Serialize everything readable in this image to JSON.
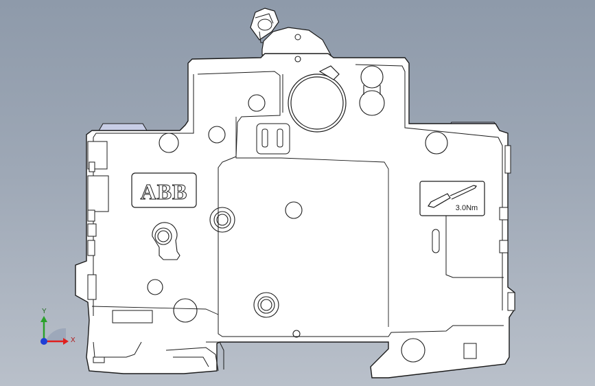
{
  "model": {
    "brand_mark": "ABB",
    "torque_label": "3.0Nm",
    "icons": [
      "screwdriver-icon"
    ]
  },
  "triad": {
    "y_label": "Y",
    "x_label": "X",
    "colors": {
      "x": "#e0201e",
      "y": "#2aa12a",
      "z": "#1f3fd6"
    }
  },
  "colors": {
    "background_top": "#8e9aaa",
    "background_bottom": "#b9c0ca",
    "body_fill": "#ffffff",
    "edge": "#1a1a1a",
    "side_caps": "#c7cde6"
  }
}
